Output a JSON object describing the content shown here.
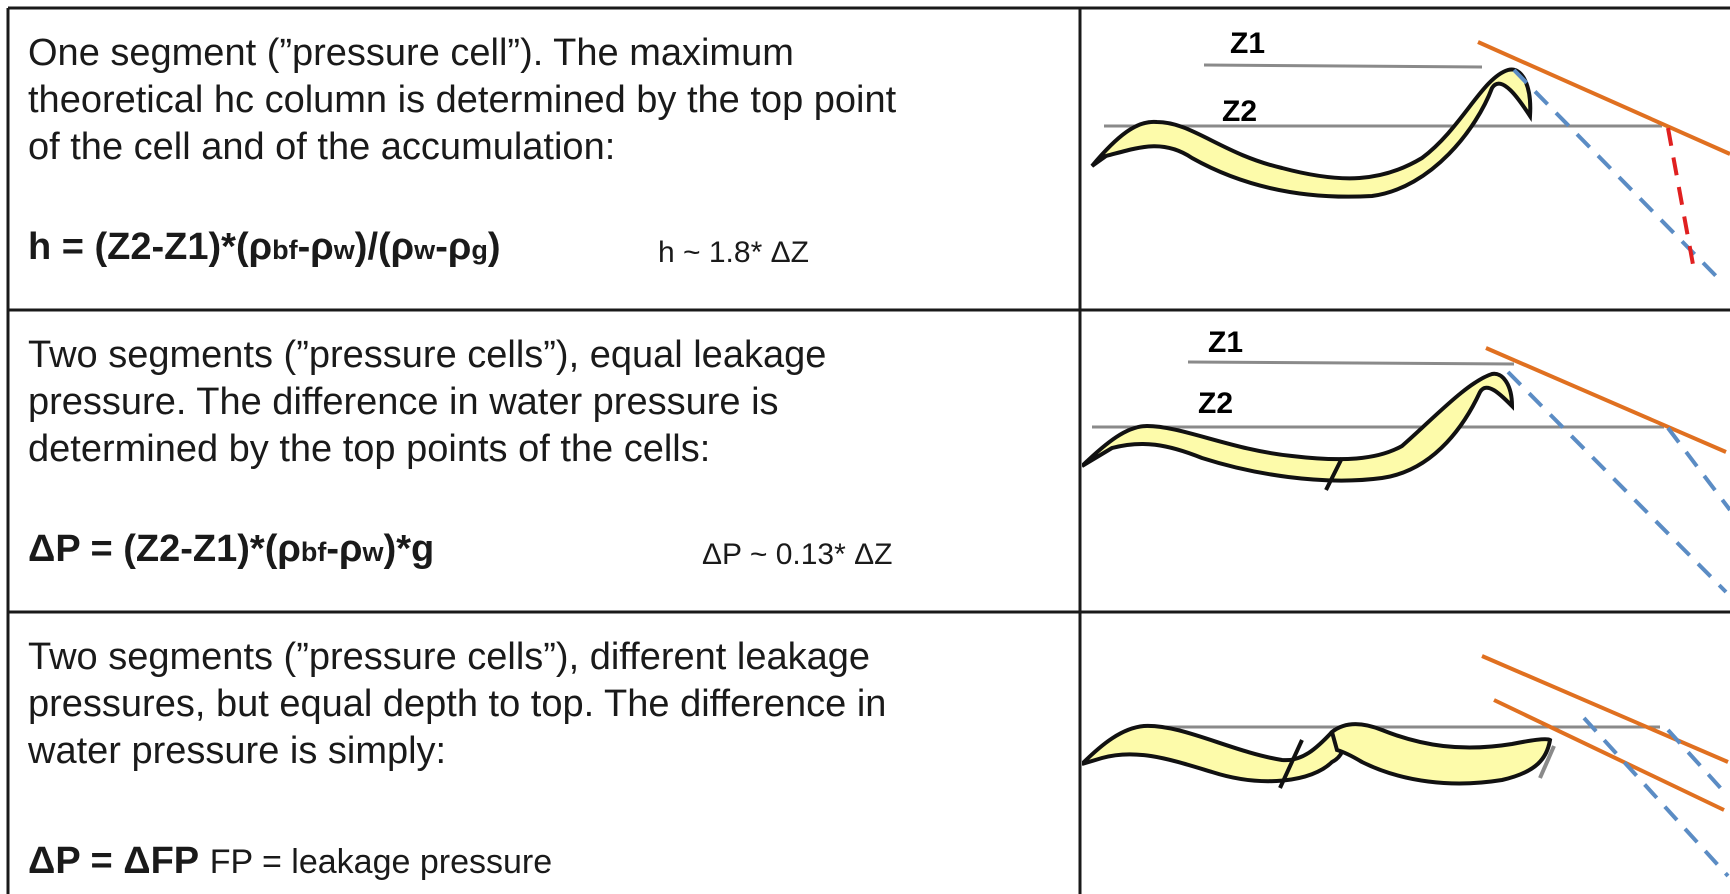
{
  "rows": [
    {
      "text": "One segment (”pressure cell”). The maximum\ntheoretical hc column is determined by the top point\nof the cell and of the accumulation:",
      "formula": {
        "parts": [
          "h = (Z2-Z1)*(ρ",
          "bf",
          "-ρ",
          "w",
          ")/(ρ",
          "w",
          "-ρ",
          "g",
          ")"
        ]
      },
      "approx": "h ~ 1.8* ΔZ",
      "labels": [
        "Z1",
        "Z2"
      ]
    },
    {
      "text": "Two segments (”pressure cells”), equal leakage\npressure. The difference in water pressure is\ndetermined by the top points of the cells:",
      "formula": {
        "parts": [
          "ΔP = (Z2-Z1)*(ρ",
          "bf",
          "-ρ",
          "w",
          ")*g"
        ]
      },
      "approx": "ΔP ~ 0.13* ΔZ",
      "labels": [
        "Z1",
        "Z2"
      ]
    },
    {
      "text": "Two segments (”pressure cells”), different leakage\npressures, but equal depth to top. The difference in\nwater pressure is simply:",
      "formula_bold": "ΔP = ΔFP",
      "formula_note": "FP = leakage pressure"
    }
  ],
  "colors": {
    "border": "#1a1a1a",
    "layer_fill": "#fdfbaa",
    "fault_orange": "#e07020",
    "fault_blue": "#5b8cc4",
    "fault_red": "#e02020",
    "level_gray": "#8a8a8a"
  }
}
